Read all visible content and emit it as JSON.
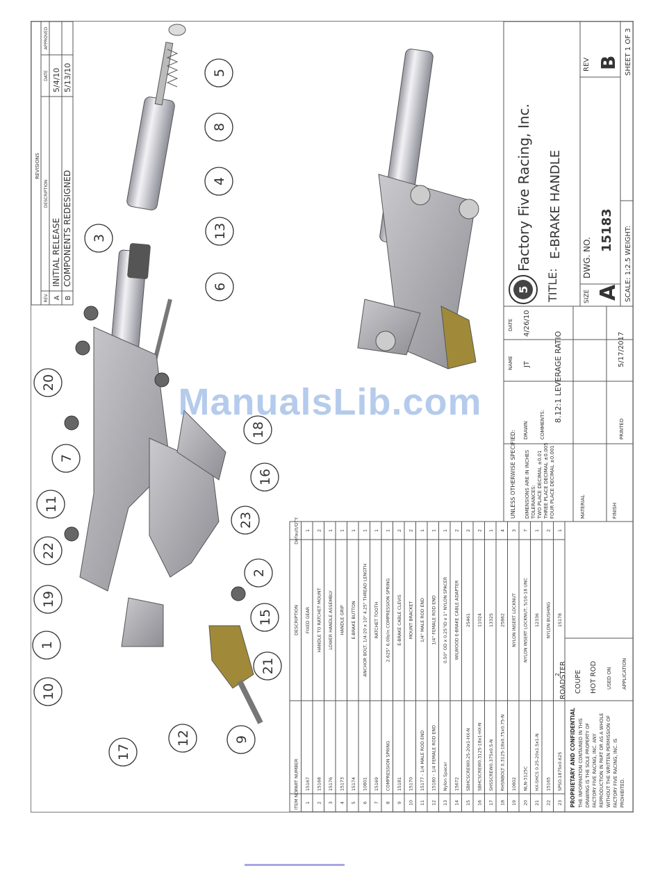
{
  "watermark": "ManualsLib.com",
  "revisions": {
    "header": "REVISIONS",
    "cols": [
      "REV.",
      "DESCRIPTION",
      "DATE",
      "APPROVED"
    ],
    "rows": [
      {
        "rev": "A",
        "desc": "INITIAL RELEASE",
        "date": "5/4/10"
      },
      {
        "rev": "B",
        "desc": "COMPONENTS REDESIGNED",
        "date": "5/13/10"
      }
    ]
  },
  "bom": {
    "cols": [
      "ITEM NO.",
      "PART NUMBER",
      "DESCRIPTION",
      "Default/QTY."
    ],
    "rows": [
      [
        "1",
        "15167",
        "FIXED GEAR",
        "1"
      ],
      [
        "2",
        "15168",
        "HANDLE TO RATCHET MOUNT",
        "2"
      ],
      [
        "3",
        "15176",
        "LOWER HANDLE ASSEMBLY",
        "1"
      ],
      [
        "4",
        "15173",
        "HANDLE GRIP",
        "1"
      ],
      [
        "5",
        "15174",
        "E-BRAKE BUTTON",
        "1"
      ],
      [
        "6",
        "10801",
        "ANCHOR BOLT, 1/4-20 x 10\" 4.25\" THREAD LENGTH",
        "1"
      ],
      [
        "7",
        "15169",
        "RATCHET TOOTH",
        "1"
      ],
      [
        "8",
        "COMPRESSION SPRING",
        "2.625\" 6.0lb/in COMPRESSION SPRING",
        "1"
      ],
      [
        "9",
        "15181",
        "E-BRAKE CABLE CLEVIS",
        "2"
      ],
      [
        "10",
        "15170",
        "MOUNT BRACKET",
        "2"
      ],
      [
        "11",
        "15177 - 1/4 MALE ROD END",
        "1/4\" MALE ROD END",
        "1"
      ],
      [
        "12",
        "15180 - 1/4 FEMALE ROD END",
        "1/4\" FEMALE ROD END",
        "1"
      ],
      [
        "13",
        "Nylon Spacer",
        "0.50\" OD x 0.25\"ID x 1\" NYLON SPACER",
        "1"
      ],
      [
        "14",
        "15672",
        "WILWOOD E-BRAKE CABLE ADAPTER",
        "2"
      ],
      [
        "15",
        "SBHCSCREW0.25-20x1-HX-N",
        "25461",
        "2"
      ],
      [
        "16",
        "SBHCSCREW0.3125-18x1-HX-N",
        "11024",
        "2"
      ],
      [
        "17",
        "SHSSCREW0.375x0.5-N",
        "13325",
        "1"
      ],
      [
        "18",
        "RHSNBOLT 0.3125-18x0.75x0.75-N",
        "25862",
        "4"
      ],
      [
        "19",
        "10802",
        "NYLON INSERT LOCKNUT",
        "3"
      ],
      [
        "20",
        "NLN-3125C",
        "NYLON INSERT LOCKNUT, 5/16-18 UNC",
        "7"
      ],
      [
        "21",
        "HX-SHCS 0.25-20x1.5x1-N",
        "12336",
        "1"
      ],
      [
        "22",
        "15165",
        "NYLON BUSHING",
        "2"
      ],
      [
        "23",
        "SPSO.1875x0.625",
        "15178",
        "1"
      ]
    ]
  },
  "proprietary": {
    "title": "PROPRIETARY AND CONFIDENTIAL",
    "lines": [
      "THE INFORMATION CONTAINED IN THIS",
      "DRAWING IS THE SOLE PROPERTY OF",
      "FACTORY FIVE RACING, INC. ANY",
      "REPRODUCTION IN PART OR AS A WHOLE",
      "WITHOUT THE WRITTEN PERMISSION OF",
      "FACTORY FIVE RACING, INC. IS",
      "PROHIBITED."
    ]
  },
  "application": {
    "next_assy": [
      "COUPE",
      "HOT ROD"
    ],
    "roadster": "ROADSTER",
    "roadster_qty": "2",
    "used_on": "USED ON",
    "label": "APPLICATION"
  },
  "tolerances": {
    "unless": "UNLESS OTHERWISE SPECIFIED:",
    "lines": [
      "DIMENSIONS ARE IN INCHES",
      "TOLERANCES:",
      "TWO PLACE DECIMAL   ±0.01",
      "THREE PLACE DECIMAL  ±0.005",
      "FOUR PLACE DECIMAL  ±0.001"
    ],
    "material": "MATERIAL",
    "finish": "FINISH"
  },
  "drawn": {
    "name_label": "NAME",
    "date_label": "DATE",
    "drawn_label": "DRAWN",
    "name": "JT",
    "date": "4/26/10",
    "comments_label": "COMMENTS:",
    "comment": "8.12:1 LEVERAGE RATIO",
    "printed_label": "PRINTED",
    "printed": "5/17/2017"
  },
  "title_block": {
    "company": "Factory Five Racing, Inc.",
    "logo_text": "5",
    "title_label": "TITLE:",
    "title": "E-BRAKE HANDLE",
    "size_label": "SIZE",
    "size": "A",
    "dwg_label": "DWG.  NO.",
    "dwg_no": "15183",
    "rev_label": "REV",
    "rev": "B",
    "scale": "SCALE: 1:2.5  WEIGHT:",
    "sheet": "SHEET 1 OF 3"
  },
  "balloons": [
    "1",
    "2",
    "3",
    "4",
    "5",
    "6",
    "7",
    "8",
    "9",
    "10",
    "11",
    "12",
    "13",
    "15",
    "16",
    "17",
    "18",
    "19",
    "20",
    "21",
    "22",
    "23"
  ]
}
